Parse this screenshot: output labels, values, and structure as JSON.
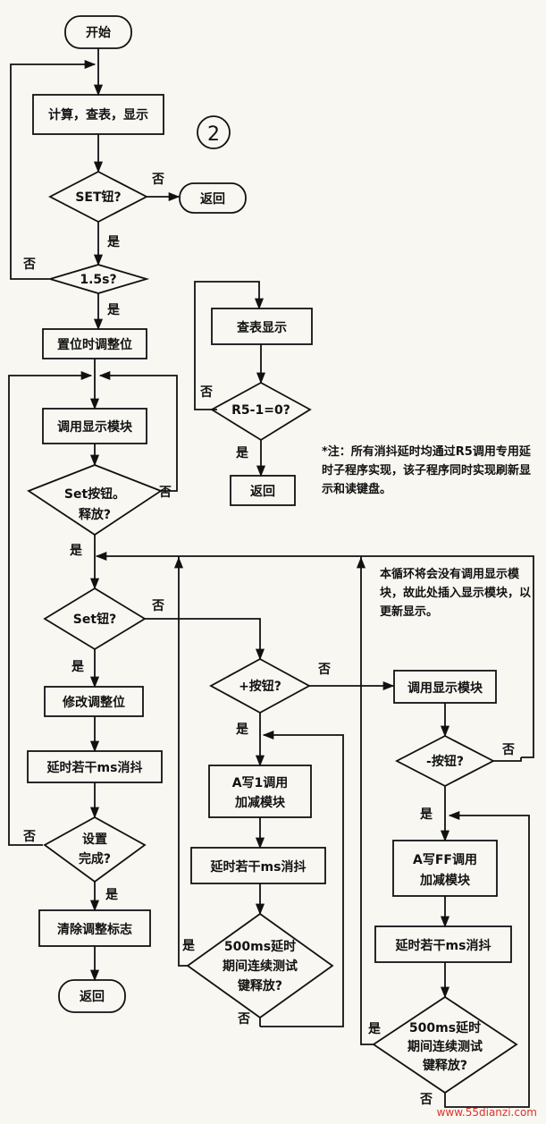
{
  "diagram": {
    "circled_number": "2",
    "nodes": {
      "start": "开始",
      "calc": "计算，查表，显示",
      "set_btn": "SET钮?",
      "ret1": "返回",
      "t15": "1.5s?",
      "set_pos": "置位时调整位",
      "call_disp": "调用显示模块",
      "set_release": [
        "Set按钮。",
        "释放?"
      ],
      "set_btn2": "Set钮?",
      "modify": "修改调整位",
      "delay1": "延时若干ms消抖",
      "setup_done": [
        "设置",
        "完成?"
      ],
      "clear_flag": "清除调整标志",
      "ret2": "返回",
      "lookup_disp": "查表显示",
      "r5": "R5-1=0?",
      "ret3": "返回",
      "plus_btn": "+按钮?",
      "a1": [
        "A写1调用",
        "加减模块"
      ],
      "delay2": "延时若干ms消抖",
      "ms500_1": [
        "500ms延时",
        "期间连续测试",
        "键释放?"
      ],
      "call_disp2": "调用显示模块",
      "minus_btn": "-按钮?",
      "aff": [
        "A写FF调用",
        "加减模块"
      ],
      "delay3": "延时若干ms消抖",
      "ms500_2": [
        "500ms延时",
        "期间连续测试",
        "键释放?"
      ]
    },
    "yes": "是",
    "no": "否"
  },
  "notes": {
    "main": "*注：所有消抖延时均通过R5调用专用延时子程序实现，该子程序同时实现刷新显示和读键盘。",
    "loop": "本循环将会没有调用显示模块，故此处插入显示模块，以更新显示。"
  },
  "watermark": "www.55dianzi.com"
}
